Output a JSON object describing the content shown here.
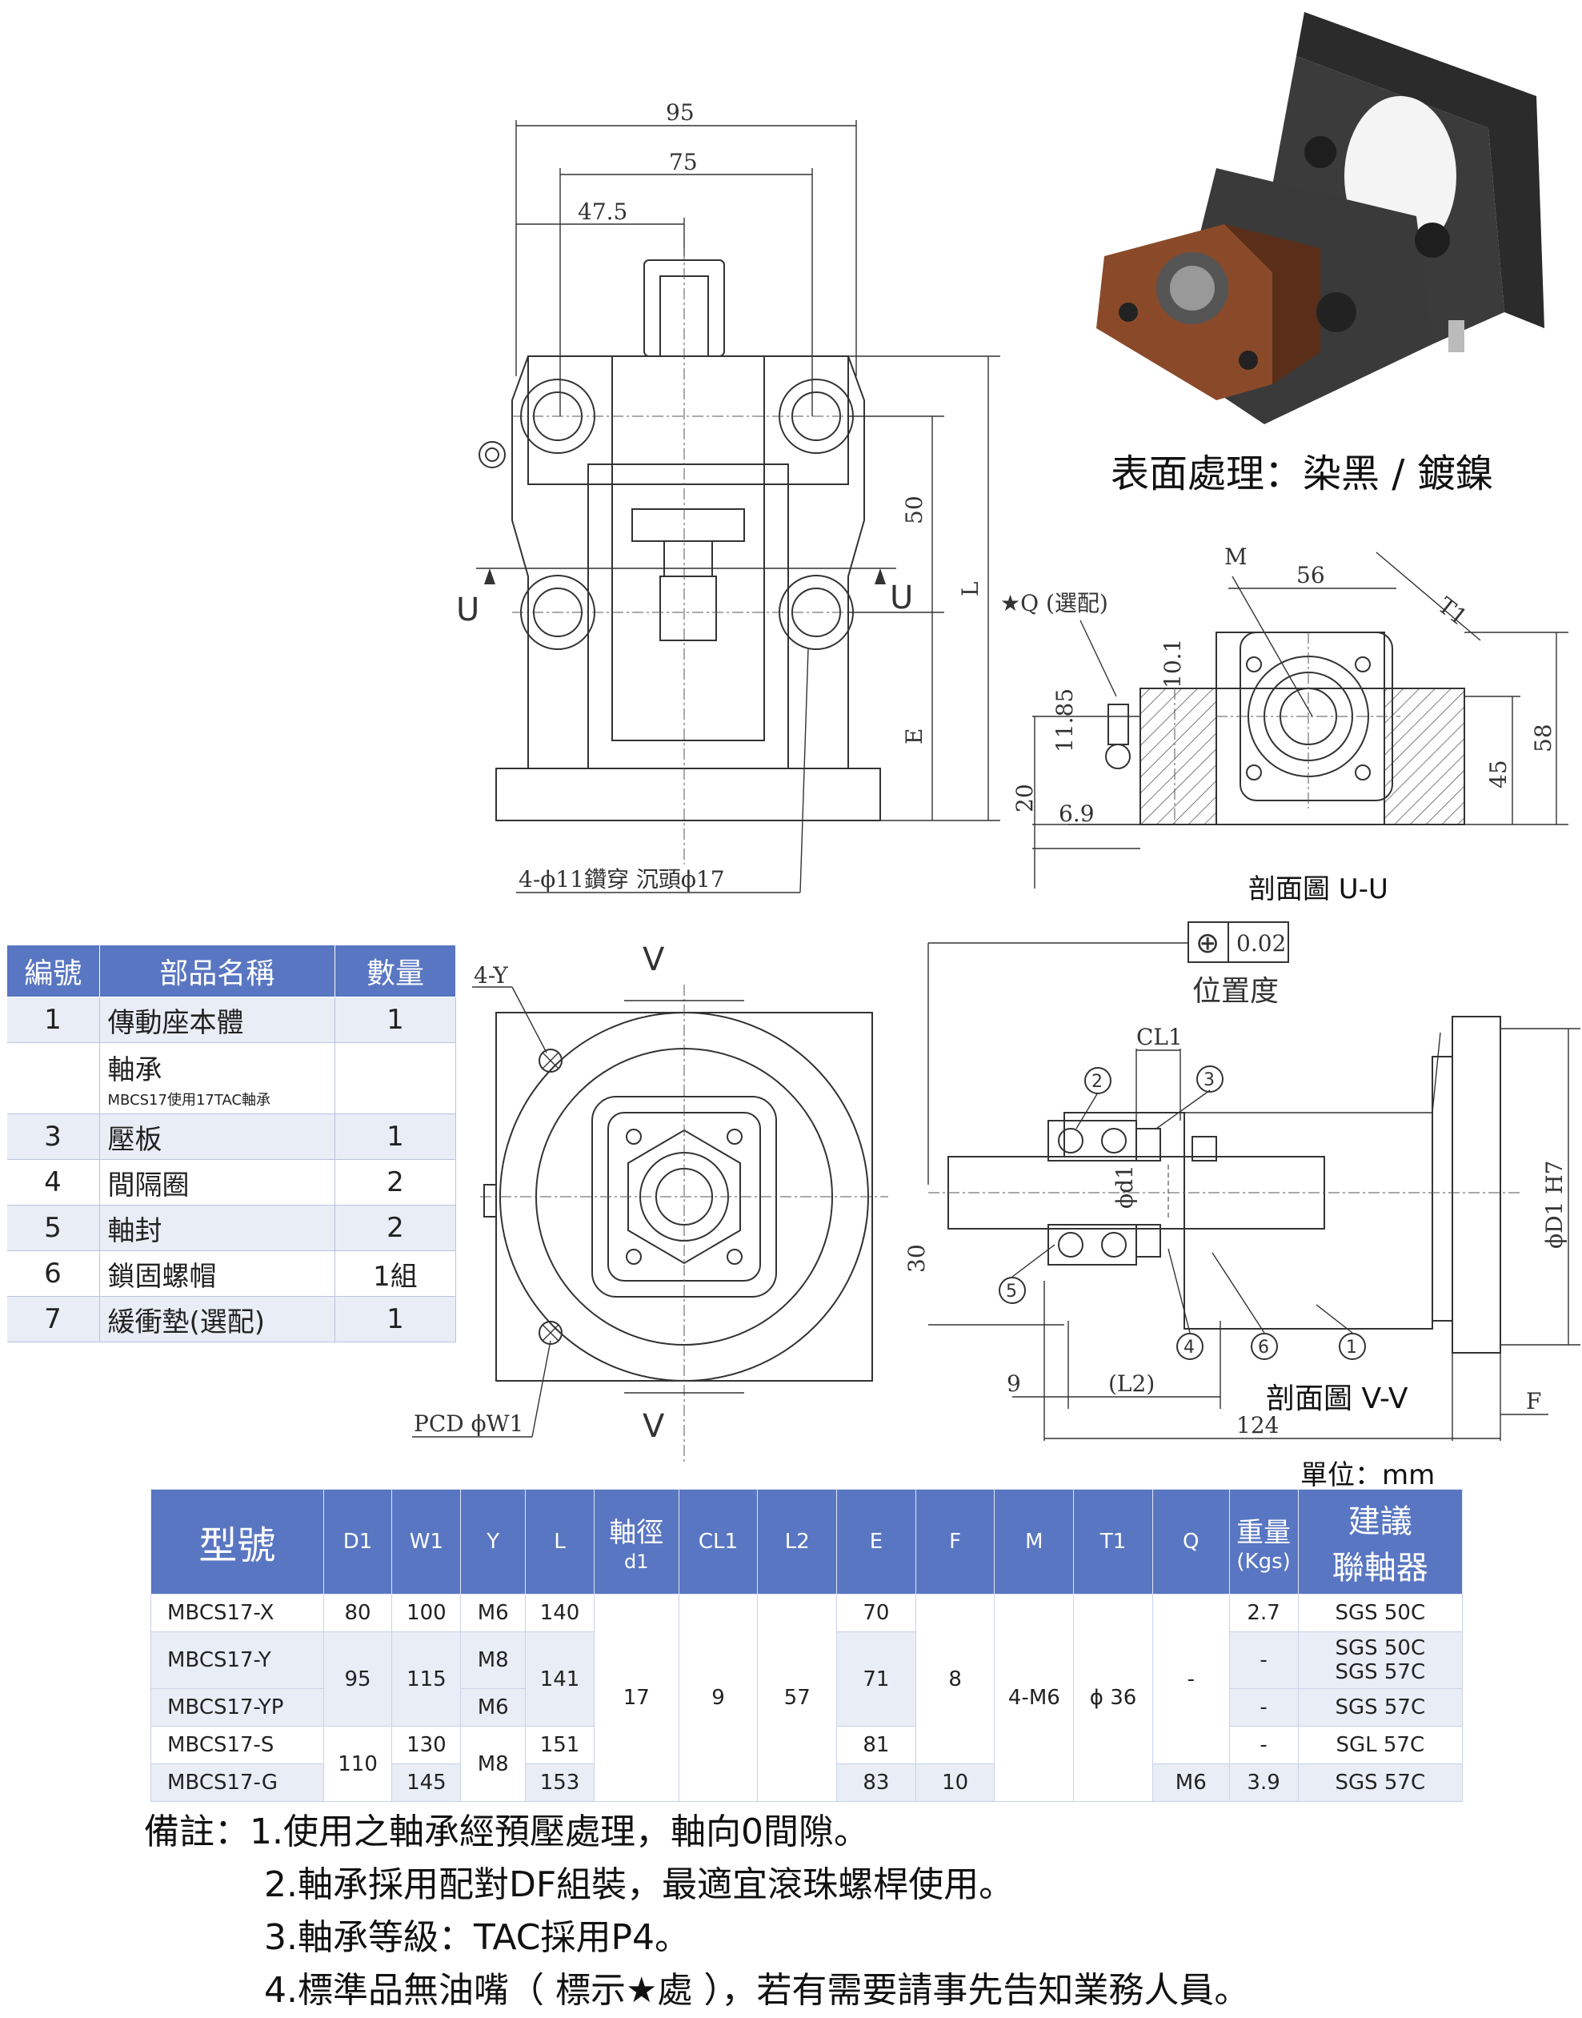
{
  "front_view": {
    "dim_95": "95",
    "dim_75": "75",
    "dim_47_5": "47.5",
    "dim_50": "50",
    "dim_L": "L",
    "dim_E": "E",
    "section_mark_left": "U",
    "section_mark_right": "U",
    "hole_note": "4-ϕ11鑽穿 沉頭ϕ17"
  },
  "product_photo": {
    "caption": "表面處理：染黑 / 鍍鎳"
  },
  "section_uu": {
    "title": "剖面圖 U-U",
    "dim_M": "M",
    "dim_56": "56",
    "dim_T1": "T1",
    "dim_Q_note": "★Q (選配)",
    "dim_10_1": "10.1",
    "dim_11_85": "11.85",
    "dim_20": "20",
    "dim_6_9": "6.9",
    "dim_45": "45",
    "dim_58": "58"
  },
  "top_view": {
    "label_4Y": "4-Y",
    "label_V_top": "V",
    "label_V_bottom": "V",
    "label_pcd": "PCD ϕW1"
  },
  "section_vv": {
    "title": "剖面圖 V-V",
    "tolerance_symbol": "⊕",
    "tolerance_value": "0.02",
    "tolerance_label": "位置度",
    "dim_CL1": "CL1",
    "dim_d1": "ϕd1",
    "dim_D1H7": "ϕD1 H7",
    "dim_30": "30",
    "dim_9": "9",
    "dim_L2": "(L2)",
    "dim_124": "124",
    "dim_F": "F",
    "balloons": [
      "1",
      "2",
      "3",
      "4",
      "5",
      "6"
    ]
  },
  "parts_table": {
    "headers": [
      "編號",
      "部品名稱",
      "數量"
    ],
    "rows": [
      {
        "no": "1",
        "name": "傳動座本體",
        "sub": "",
        "qty": "1"
      },
      {
        "no": "",
        "name": "軸承",
        "sub": "MBCS17使用17TAC軸承",
        "qty": ""
      },
      {
        "no": "3",
        "name": "壓板",
        "sub": "",
        "qty": "1"
      },
      {
        "no": "4",
        "name": "間隔圈",
        "sub": "",
        "qty": "2"
      },
      {
        "no": "5",
        "name": "軸封",
        "sub": "",
        "qty": "2"
      },
      {
        "no": "6",
        "name": "鎖固螺帽",
        "sub": "",
        "qty": "1組"
      },
      {
        "no": "7",
        "name": "緩衝墊(選配)",
        "sub": "",
        "qty": "1"
      }
    ]
  },
  "unit_label": "單位：mm",
  "spec_table": {
    "h_model": "型號",
    "h_D1": "D1",
    "h_W1": "W1",
    "h_Y": "Y",
    "h_L": "L",
    "h_shaft": "軸徑",
    "h_shaft_sub": "d1",
    "h_CL1": "CL1",
    "h_L2": "L2",
    "h_E": "E",
    "h_F": "F",
    "h_M": "M",
    "h_T1": "T1",
    "h_Q": "Q",
    "h_weight": "重量",
    "h_weight_sub": "(Kgs)",
    "h_coupling_1": "建議",
    "h_coupling_2": "聯軸器",
    "models": [
      "MBCS17-X",
      "MBCS17-Y",
      "MBCS17-YP",
      "MBCS17-S",
      "MBCS17-G"
    ],
    "D1": [
      "80",
      "95",
      "110"
    ],
    "W1": [
      "100",
      "115",
      "130",
      "145"
    ],
    "Y": [
      "M6",
      "M8",
      "M6",
      "M8"
    ],
    "L": [
      "140",
      "141",
      "151",
      "153"
    ],
    "d1": "17",
    "CL1": "9",
    "L2": "57",
    "E": [
      "70",
      "71",
      "81",
      "83"
    ],
    "F": [
      "8",
      "10"
    ],
    "M": "4-M6",
    "T1": "ϕ 36",
    "Q": [
      "-",
      "M6"
    ],
    "weight": [
      "2.7",
      "-",
      "-",
      "-",
      "3.9"
    ],
    "coupling": [
      "SGS 50C",
      "SGS 50C",
      "SGS 57C",
      "SGS 57C",
      "SGL 57C",
      "SGS 57C"
    ]
  },
  "notes": {
    "prefix": "備註：",
    "items": [
      "1.使用之軸承經預壓處理，軸向0間隙。",
      "2.軸承採用配對DF組裝，最適宜滾珠螺桿使用。",
      "3.軸承等級：TAC採用P4。",
      "4.標準品無油嘴（ 標示★處 ），若有需要請事先告知業務人員。"
    ]
  }
}
